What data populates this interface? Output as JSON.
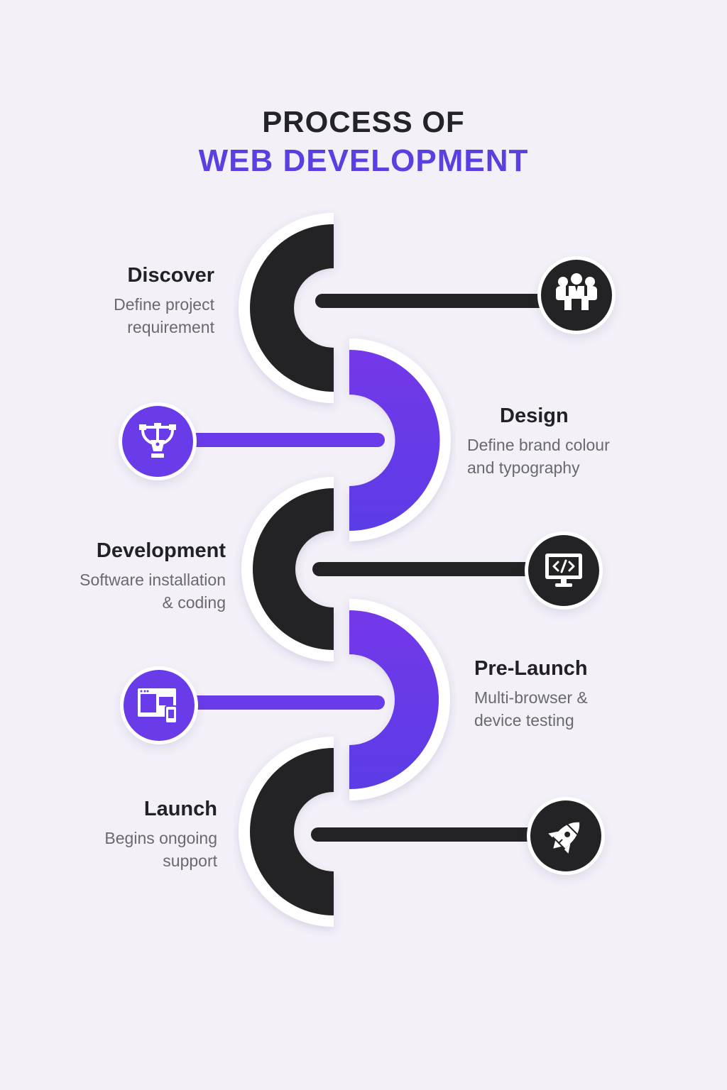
{
  "header": {
    "line1": "PROCESS OF",
    "line2": "WEB DEVELOPMENT"
  },
  "colors": {
    "background": "#f3f0f8",
    "dark": "#232325",
    "purple": "#6a3be8",
    "title_dark": "#24232a",
    "title_purple": "#5b3fe0"
  },
  "steps": [
    {
      "title": "Discover",
      "desc_line1": "Define project",
      "desc_line2": "requirement",
      "icon": "team-meeting-icon",
      "color": "dark"
    },
    {
      "title": "Design",
      "desc_line1": "Define brand colour",
      "desc_line2": "and typography",
      "icon": "pen-tool-icon",
      "color": "purple"
    },
    {
      "title": "Development",
      "desc_line1": "Software installation",
      "desc_line2": "& coding",
      "icon": "code-monitor-icon",
      "color": "dark"
    },
    {
      "title": "Pre-Launch",
      "desc_line1": "Multi-browser &",
      "desc_line2": "device testing",
      "icon": "responsive-devices-icon",
      "color": "purple"
    },
    {
      "title": "Launch",
      "desc_line1": "Begins ongoing",
      "desc_line2": "support",
      "icon": "rocket-icon",
      "color": "dark"
    }
  ]
}
